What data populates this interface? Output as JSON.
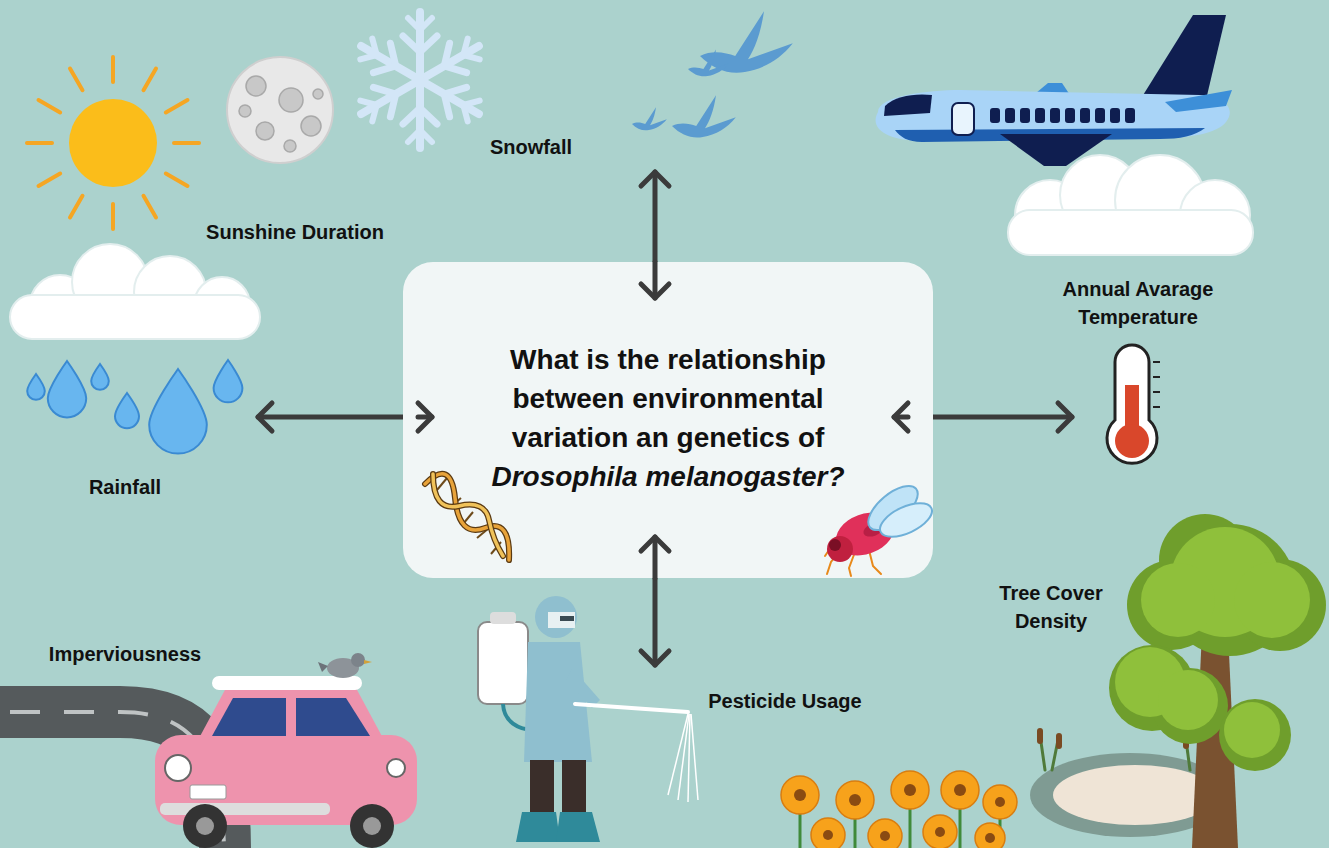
{
  "diagram": {
    "nodes": [
      {
        "text": [
          "What is the relationship between environmental variation an genetics of",
          "Drosophila melanogaster?"
        ]
      }
    ],
    "labels": [
      "Sunshine Duration",
      "Snowfall",
      "Annual Avarage Temperature",
      "Rainfall",
      "Imperviousness",
      "Pesticide Usage",
      "Tree Cover Density"
    ]
  }
}
